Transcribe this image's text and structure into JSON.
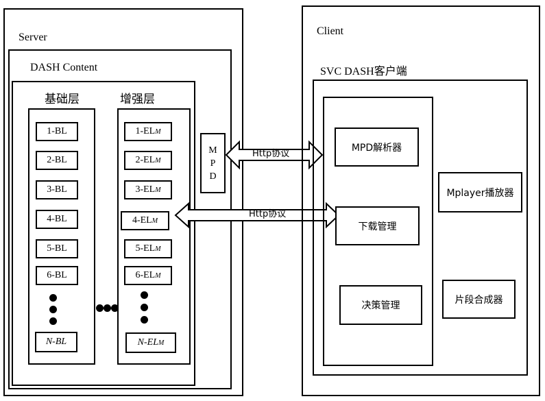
{
  "server": {
    "title": "Server",
    "content_title": "DASH Content",
    "base_layer_header": "基础层",
    "enh_layer_header": "增强层",
    "base_layers": [
      "1-BL",
      "2-BL",
      "3-BL",
      "4-BL",
      "5-BL",
      "6-BL"
    ],
    "base_last": "N-BL",
    "enh_layers": [
      "1-EL",
      "2-EL",
      "3-EL",
      "4-EL",
      "5-EL",
      "6-EL"
    ],
    "enh_sub": "M",
    "enh_last": "N-EL",
    "mpd_letters": [
      "M",
      "P",
      "D"
    ]
  },
  "links": {
    "http_top": "Http协议",
    "http_bottom": "Http协议"
  },
  "client": {
    "title": "Client",
    "app_title": "SVC DASH客户端",
    "mpd_parser": "MPD解析器",
    "download_mgr": "下载管理",
    "decision_mgr": "决策管理",
    "player": "Mplayer播放器",
    "segment_merger": "片段合成器"
  }
}
